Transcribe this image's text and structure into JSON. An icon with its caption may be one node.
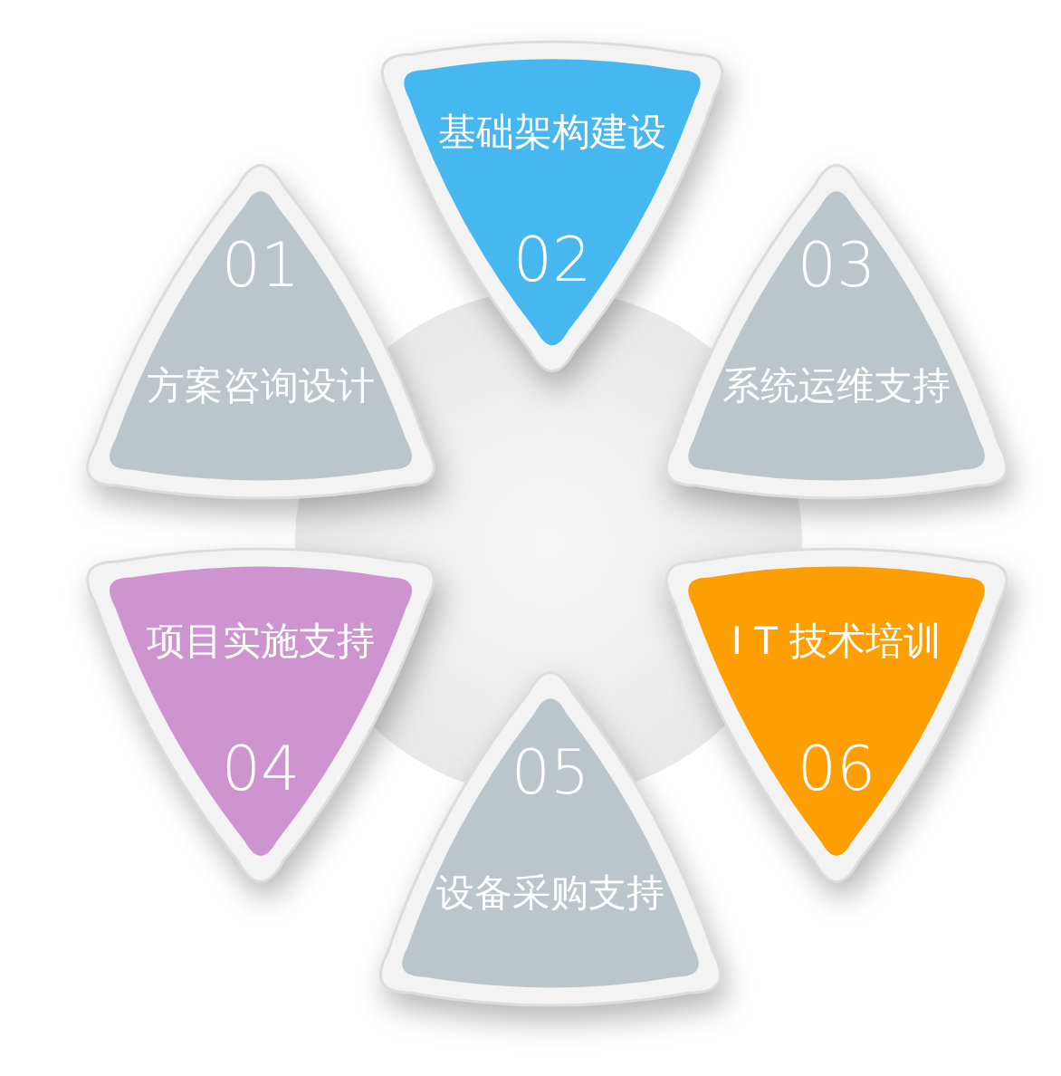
{
  "diagram": {
    "nodes": [
      {
        "text": [
          "01",
          "方案咨询设计"
        ]
      },
      {
        "text": [
          "基础架构建设",
          "02"
        ]
      },
      {
        "text": [
          "03",
          "系统运维支持"
        ]
      },
      {
        "text": [
          "项目实施支持",
          "04"
        ]
      },
      {
        "text": [
          "05",
          "设备采购支持"
        ]
      },
      {
        "text": [
          "I T 技术培训",
          "06"
        ]
      }
    ]
  }
}
